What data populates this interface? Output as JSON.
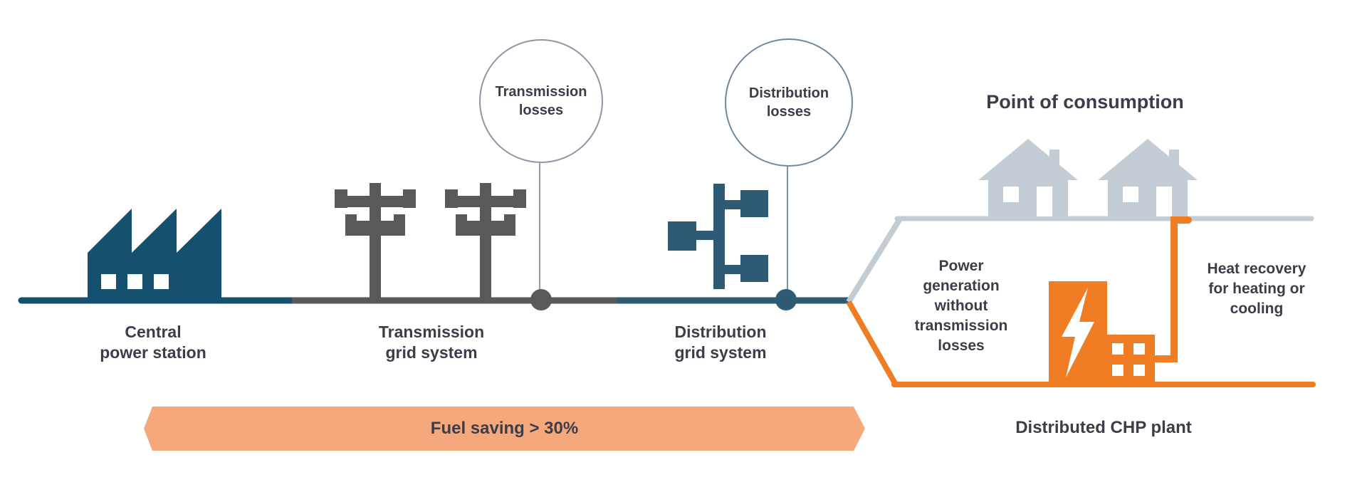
{
  "diagram": {
    "title": "Point of consumption",
    "banner": {
      "label": "Fuel saving > 30%"
    },
    "nodes": {
      "central_power_station": {
        "label": "Central\npower station"
      },
      "transmission_grid": {
        "label": "Transmission\ngrid system"
      },
      "distribution_grid": {
        "label": "Distribution\ngrid system"
      },
      "transmission_losses": {
        "label": "Transmission\nlosses"
      },
      "distribution_losses": {
        "label": "Distribution\nlosses"
      },
      "power_generation": {
        "label": "Power\ngeneration\nwithout\ntransmission\nlosses"
      },
      "heat_recovery": {
        "label": "Heat recovery\nfor heating or\ncooling"
      },
      "distributed_chp": {
        "label": "Distributed CHP plant"
      }
    },
    "icons": [
      "factory-icon",
      "transmission-tower-icon",
      "distribution-grid-icon",
      "house-icon",
      "chp-plant-icon",
      "lightning-bolt-icon"
    ],
    "colors": {
      "navy": "#15506f",
      "dark_gray": "#58595b",
      "slate_blue": "#2e5a74",
      "light_gray": "#c3ccd4",
      "orange": "#f07d23",
      "banner_orange": "#f6a87d",
      "text": "#3b3d49"
    }
  }
}
